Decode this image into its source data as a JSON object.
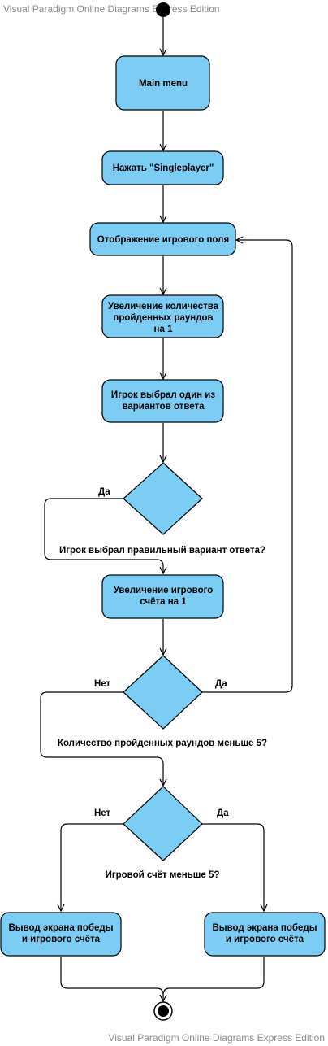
{
  "watermark": "Visual Paradigm Online Diagrams Express Edition",
  "colors": {
    "node_fill": "#7ccdf3",
    "stroke": "#000000",
    "watermark": "#8a8a8a"
  },
  "nodes": {
    "main_menu": "Main menu",
    "press_singleplayer": "Нажать \"Singleplayer\"",
    "show_field": "Отображение игрового поля",
    "inc_rounds": [
      "Увеличение количества",
      "пройденных раундов",
      "на 1"
    ],
    "player_chose": [
      "Игрок выбрал один из",
      "вариантов ответа"
    ],
    "inc_score": [
      "Увеличение игрового",
      "счёта на 1"
    ],
    "victory_left": [
      "Вывод экрана победы",
      "и игрового счёта"
    ],
    "victory_right": [
      "Вывод экрана победы",
      "и игрового счёта"
    ]
  },
  "decisions": {
    "correct_answer": {
      "question": "Игрок выбрал правильный вариант ответа?",
      "yes": "Да"
    },
    "rounds_less_5": {
      "question": "Количество пройденных раундов меньше 5?",
      "no": "Нет",
      "yes": "Да"
    },
    "score_less_5": {
      "question": "Игровой счёт меньше 5?",
      "no": "Нет",
      "yes": "Да"
    }
  }
}
